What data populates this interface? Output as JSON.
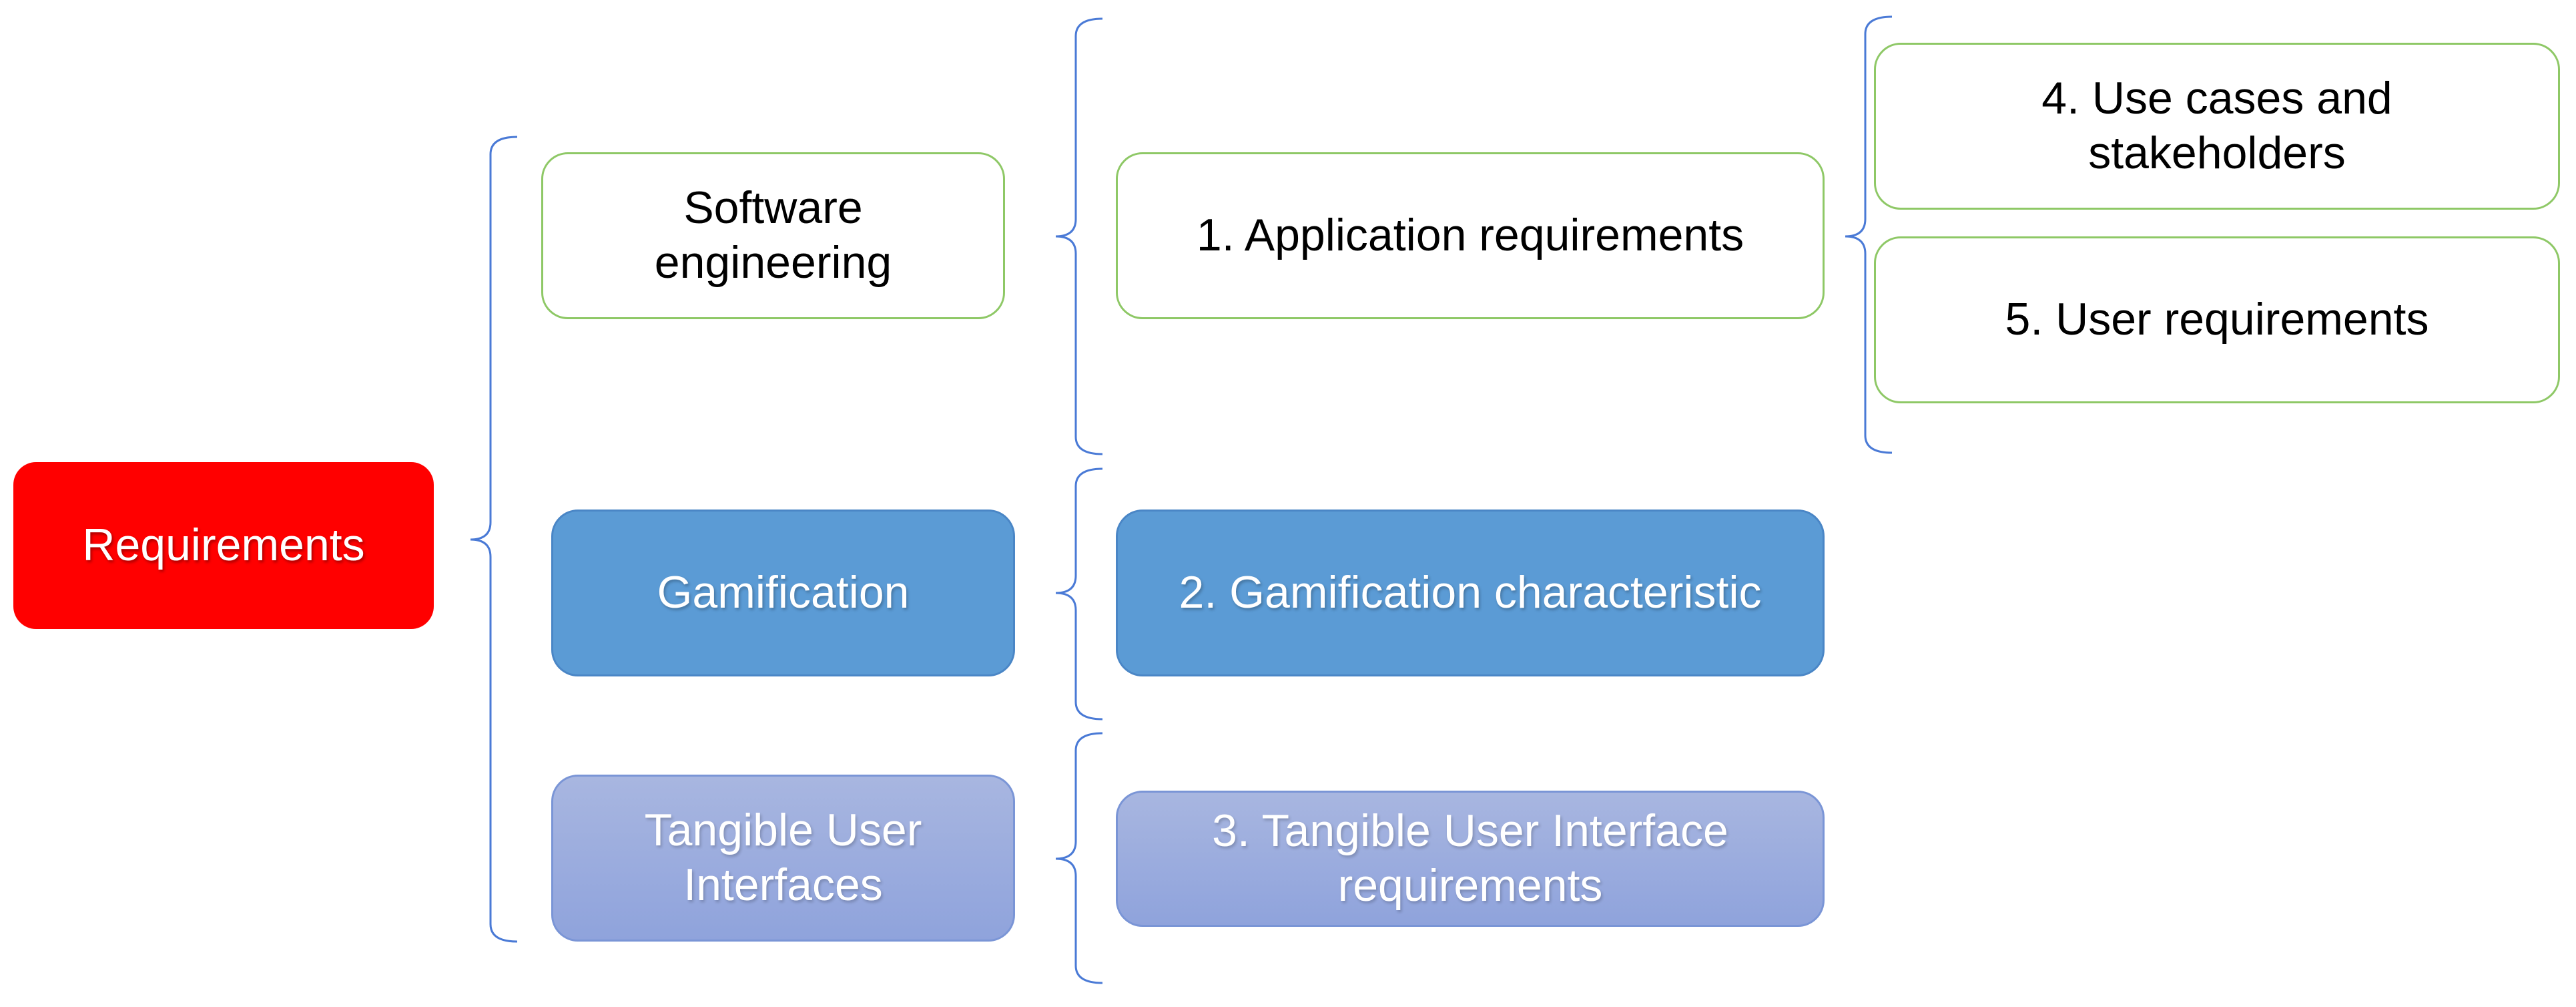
{
  "colors": {
    "root_fill": "#ff0000",
    "outline_border": "#8ec866",
    "solid_fill": "#5b9bd5",
    "light_fill_top": "#a8b6e0",
    "light_fill_bottom": "#8fa3dc",
    "bracket": "#4a7ad6"
  },
  "nodes": {
    "requirements": {
      "label": "Requirements"
    },
    "software_engineering": {
      "label": "Software\nengineering"
    },
    "gamification": {
      "label": "Gamification"
    },
    "tangible_user_interfaces": {
      "label": "Tangible User\nInterfaces"
    },
    "application_requirements": {
      "label": "1. Application requirements"
    },
    "gamification_characteristic": {
      "label": "2. Gamification characteristic"
    },
    "tui_requirements": {
      "label": "3. Tangible User Interface\nrequirements"
    },
    "use_cases_stakeholders": {
      "label": "4. Use cases and\nstakeholders"
    },
    "user_requirements": {
      "label": "5. User requirements"
    }
  },
  "edges": [
    {
      "from": "requirements",
      "to": "software_engineering"
    },
    {
      "from": "requirements",
      "to": "gamification"
    },
    {
      "from": "requirements",
      "to": "tangible_user_interfaces"
    },
    {
      "from": "software_engineering",
      "to": "application_requirements"
    },
    {
      "from": "gamification",
      "to": "gamification_characteristic"
    },
    {
      "from": "tangible_user_interfaces",
      "to": "tui_requirements"
    },
    {
      "from": "application_requirements",
      "to": "use_cases_stakeholders"
    },
    {
      "from": "application_requirements",
      "to": "user_requirements"
    }
  ]
}
